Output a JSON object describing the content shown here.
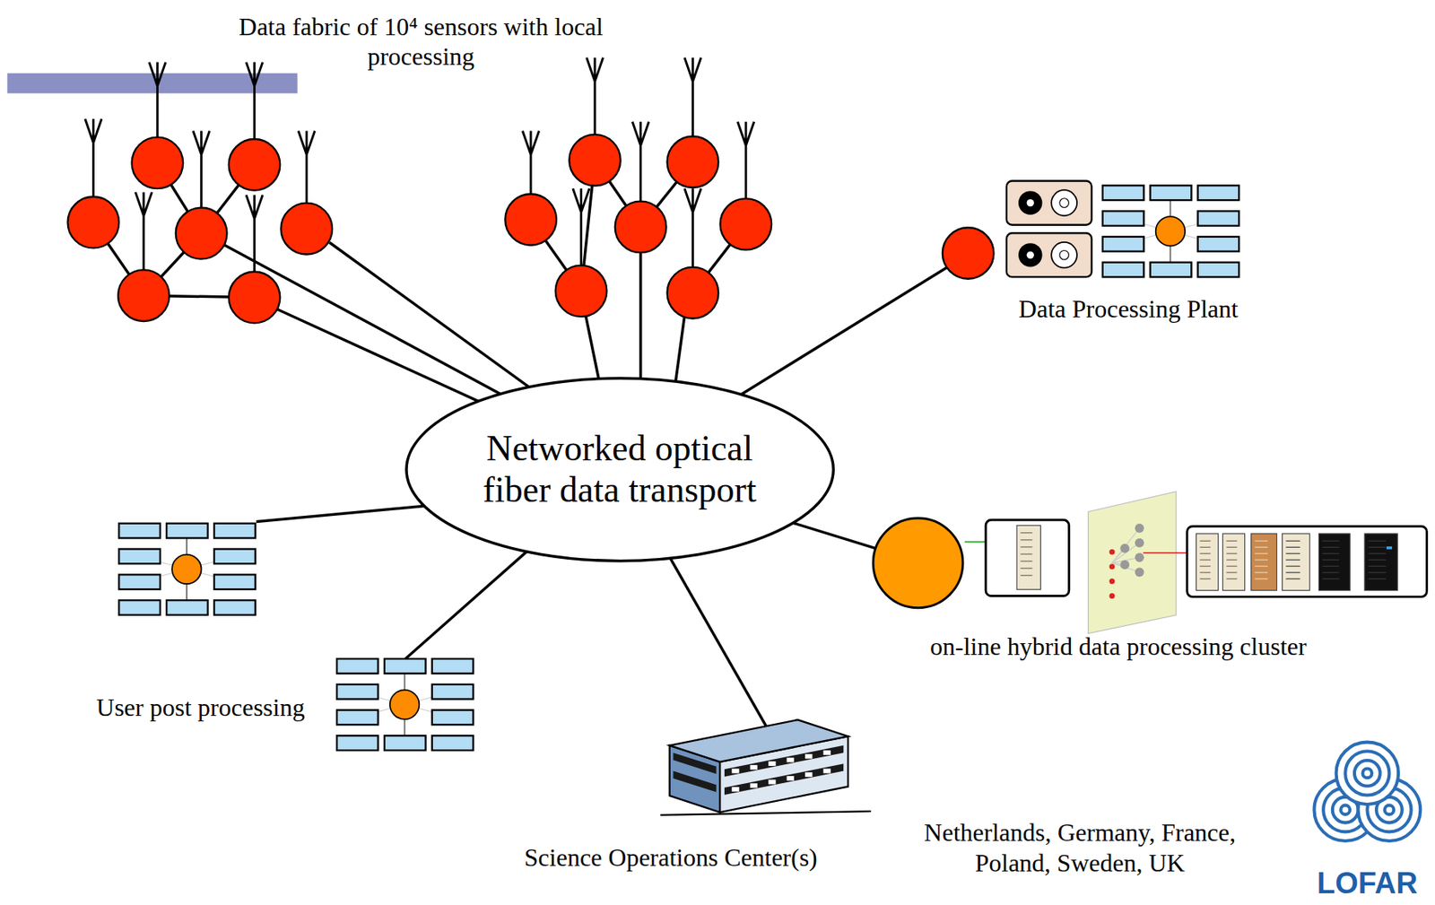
{
  "diagram": {
    "nodes": [
      {
        "text": [
          "Data Processing Plant"
        ]
      },
      {
        "text": [
          "Networked optical fiber data transport"
        ]
      },
      {
        "text": [
          "on-line hybrid data processing cluster"
        ]
      },
      {
        "text": [
          "User post processing"
        ]
      },
      {
        "text": [
          "Science Operations Center(s)"
        ]
      }
    ],
    "edges": [
      {
        "from": 1,
        "to": 0,
        "arrow": "none"
      },
      {
        "from": 1,
        "to": 2,
        "arrow": "none"
      },
      {
        "from": 1,
        "to": 3,
        "arrow": "none"
      },
      {
        "from": 1,
        "to": 4,
        "arrow": "none"
      }
    ],
    "labels": [
      "Data fabric of 10⁴ sensors with local processing",
      "Netherlands, Germany, France, Poland, Sweden, UK",
      "LOFAR"
    ]
  }
}
